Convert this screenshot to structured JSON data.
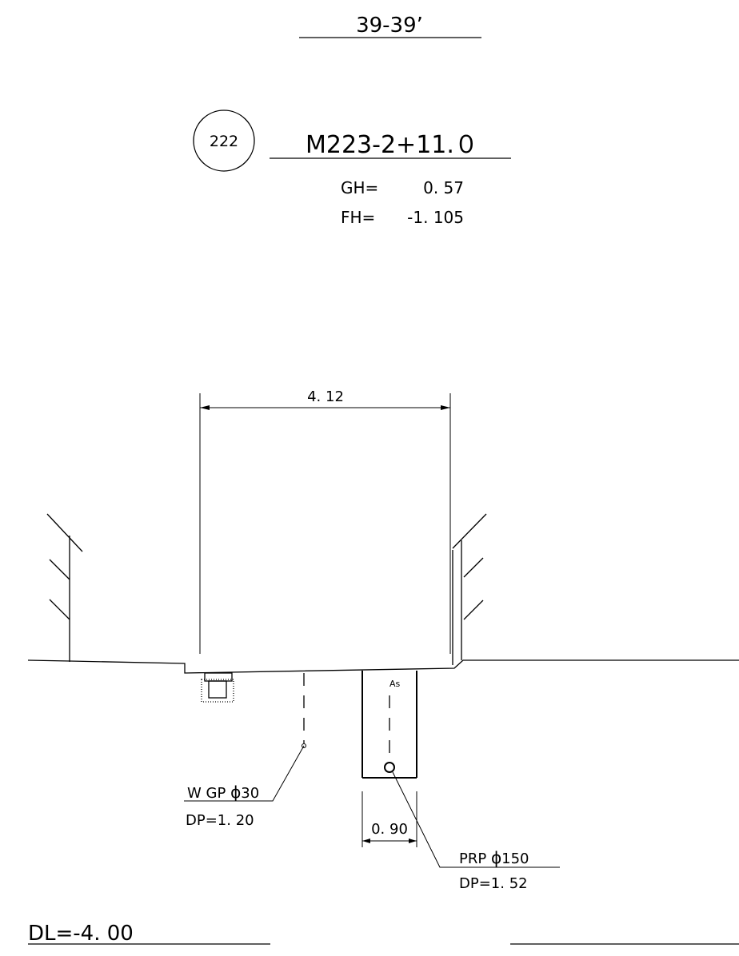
{
  "section": {
    "title": "39-39’"
  },
  "manhole": {
    "number": "222",
    "id": "M223-2+11.０"
  },
  "levels": {
    "gh_label": "GH=",
    "gh_value": "0. 57",
    "fh_label": "FH=",
    "fh_value": "-1. 105",
    "dl": "DL=-4. 00"
  },
  "dimensions": {
    "road_width": "4. 12",
    "trench_width": "0. 90"
  },
  "pipes": {
    "w_gp_name": "W GP",
    "w_gp_size": "30",
    "w_gp_depth": "DP=1. 20",
    "prp_name": "PRP",
    "prp_size": "150",
    "prp_depth": "DP=1. 52",
    "phi": "ϕ"
  },
  "trench": {
    "label": "As"
  }
}
